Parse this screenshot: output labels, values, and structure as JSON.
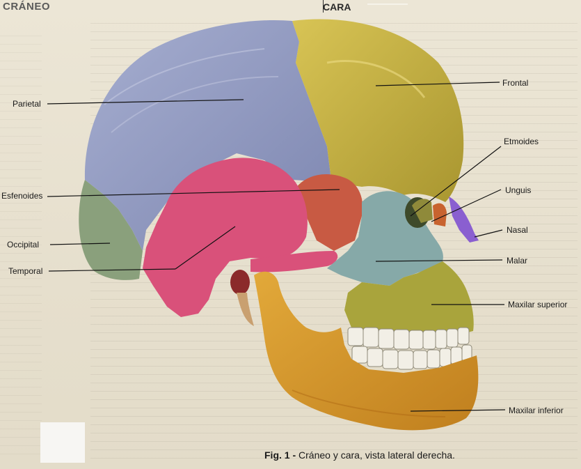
{
  "header": {
    "left": "CRÁNEO",
    "right": "CARA"
  },
  "labels": {
    "parietal": "Parietal",
    "esfenoides": "Esfenoides",
    "occipital": "Occipital",
    "temporal": "Temporal",
    "frontal": "Frontal",
    "etmoides": "Etmoides",
    "unguis": "Unguis",
    "nasal": "Nasal",
    "malar": "Malar",
    "maxilar_superior": "Maxilar superior",
    "maxilar_inferior": "Maxilar inferior"
  },
  "caption": {
    "fig": "Fig. 1 -",
    "text": "Cráneo y cara, vista lateral derecha."
  },
  "colors": {
    "parietal": "#8e97be",
    "frontal": "#c9b440",
    "occipital": "#8aa07c",
    "temporal": "#d9517a",
    "esfenoides": "#c85a43",
    "malar": "#86a9a8",
    "maxilar_superior": "#a9a43c",
    "maxilar_inferior": "#d79a2f",
    "nasal": "#8a5fd0",
    "unguis": "#c8632f",
    "etmoides": "#8f8a3a",
    "teeth": "#f2efe6"
  }
}
